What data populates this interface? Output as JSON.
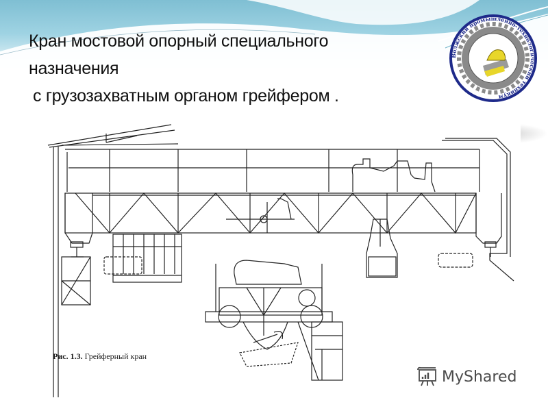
{
  "slide": {
    "title_lines": [
      "Кран мостовой опорный   специального",
      "назначения",
      "с грузозахватным органом  грейфером ."
    ],
    "logo": {
      "text_ring": "Волжский промышленно-технологический техникум",
      "icon": "gear-hardhat-emblem"
    },
    "figure": {
      "caption_number": "Рис. 1.3.",
      "caption_text": "Грейферный кран",
      "description": "Overhead bridge crane with grab (technical drawing)"
    },
    "watermark": {
      "text": "MyShared",
      "icon": "presentation-board-icon"
    }
  },
  "colors": {
    "header_top": "#7fbfd3",
    "header_mid": "#9fd3e3",
    "text": "#111111",
    "drawing_line": "#222222",
    "watermark": "#4a4a4a",
    "logo_ring": "#1e2a8a",
    "logo_gear": "#8a8a8a",
    "logo_helmet": "#e8d62a"
  }
}
